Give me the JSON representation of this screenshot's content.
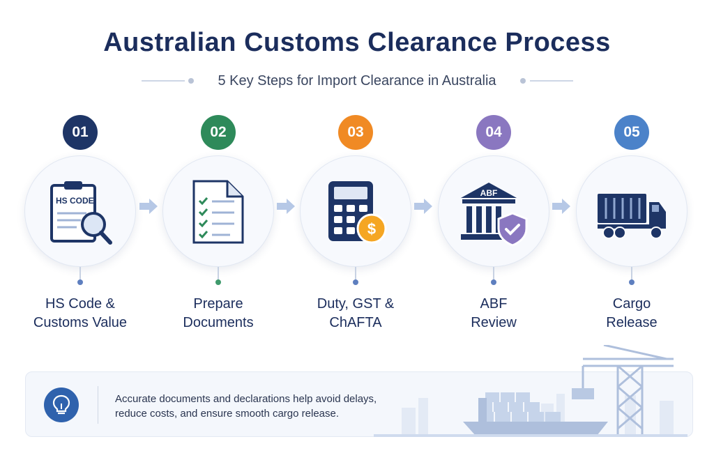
{
  "title": "Australian Customs Clearance Process",
  "subtitle": "5 Key Steps for Import Clearance in Australia",
  "steps": [
    {
      "number": "01",
      "label_line1": "HS Code &",
      "label_line2": "Customs Value",
      "icon": "clipboard-magnifier-icon",
      "icon_text": "HS CODE",
      "color": "#1e3566"
    },
    {
      "number": "02",
      "label_line1": "Prepare",
      "label_line2": "Documents",
      "icon": "checklist-document-icon",
      "color": "#2e8a5a"
    },
    {
      "number": "03",
      "label_line1": "Duty, GST &",
      "label_line2": "ChAFTA",
      "icon": "calculator-dollar-icon",
      "color": "#f08a24"
    },
    {
      "number": "04",
      "label_line1": "ABF",
      "label_line2": "Review",
      "icon": "government-building-shield-icon",
      "icon_text": "ABF",
      "color": "#8a77c0"
    },
    {
      "number": "05",
      "label_line1": "Cargo",
      "label_line2": "Release",
      "icon": "container-truck-icon",
      "color": "#4b82c9"
    }
  ],
  "note": {
    "icon": "lightbulb-icon",
    "line1": "Accurate documents and declarations help avoid delays,",
    "line2": "reduce costs, and ensure smooth cargo release."
  },
  "colors": {
    "navy": "#1b2d5c",
    "accent_blue": "#2f62ad",
    "arrow": "#b6c8e6"
  }
}
